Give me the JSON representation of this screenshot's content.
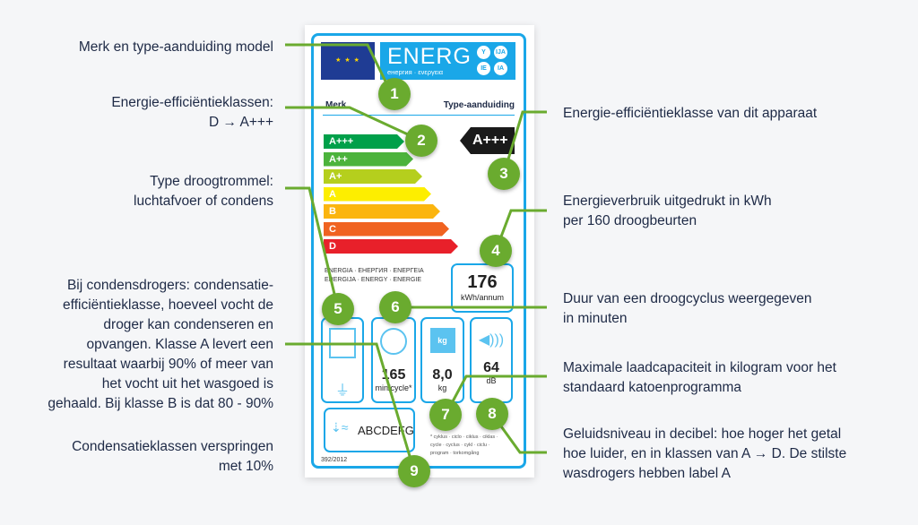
{
  "left_notes": {
    "n1": "Merk en type-aanduiding model",
    "n2a": "Energie-efficiëntieklassen:",
    "n2b": "D → A+++",
    "n5a": "Type droogtrommel:",
    "n5b": "luchtafvoer of condens",
    "n9": [
      "Bij condensdrogers: condensatie-",
      "efficiëntieklasse, hoeveel vocht de",
      "droger kan condenseren en",
      "opvangen. Klasse A levert een",
      "resultaat waarbij 90% of meer van",
      "het vocht uit het wasgoed is",
      "gehaald. Bij klasse B is dat 80 - 90%"
    ],
    "n9b": [
      "Condensatieklassen verspringen",
      "met 10%"
    ]
  },
  "right_notes": {
    "n3": "Energie-efficiëntieklasse van dit apparaat",
    "n4": [
      "Energieverbruik uitgedrukt in kWh",
      "per 160 droogbeurten"
    ],
    "n6": [
      "Duur van een droogcyclus weergegeven",
      "in minuten"
    ],
    "n7": [
      "Maximale laadcapaciteit in kilogram voor het",
      "standaard katoenprogramma"
    ],
    "n8": [
      "Geluidsniveau in decibel: hoe hoger het getal",
      "hoe luider, en in klassen van A → D. De stilste",
      "wasdrogers hebben label A"
    ]
  },
  "label": {
    "energ": "ENERG",
    "energ_sub": "енергия · ενεργεια",
    "bubbles": [
      "Y",
      "IJA",
      "IE",
      "IA"
    ],
    "merk": "Merk",
    "type": "Type-aanduiding",
    "classes": [
      {
        "t": "A+++",
        "c": "#00a04a"
      },
      {
        "t": "A++",
        "c": "#4cb33c"
      },
      {
        "t": "A+",
        "c": "#b5cf1d"
      },
      {
        "t": "A",
        "c": "#fdee00"
      },
      {
        "t": "B",
        "c": "#fbb50f"
      },
      {
        "t": "C",
        "c": "#f06321"
      },
      {
        "t": "D",
        "c": "#e8202a"
      }
    ],
    "current_class": "A+++",
    "energy_value": "176",
    "energy_unit": "kWh/annum",
    "energia1": "ENERGIA · ЕНЕРГИЯ · ΕΝΕΡΓΕΙΑ",
    "energia2": "ENERGIJA · ENERGY · ENERGIE",
    "cycle_value": "165",
    "cycle_unit": "min/cycle*",
    "kg_icon": "kg",
    "kg_value": "8,0",
    "kg_unit": "kg",
    "db_value": "64",
    "db_unit": "dB",
    "condens_classes": "ABCDEFG",
    "footnote": "* cyklus · ciclo · ciklus · ciklas · cycle · cyclus · cykl · ciclu · program · torkomgång",
    "regulation": "392/2012"
  },
  "callouts": [
    "1",
    "2",
    "3",
    "4",
    "5",
    "6",
    "7",
    "8",
    "9"
  ],
  "accent": "#6aab2f"
}
